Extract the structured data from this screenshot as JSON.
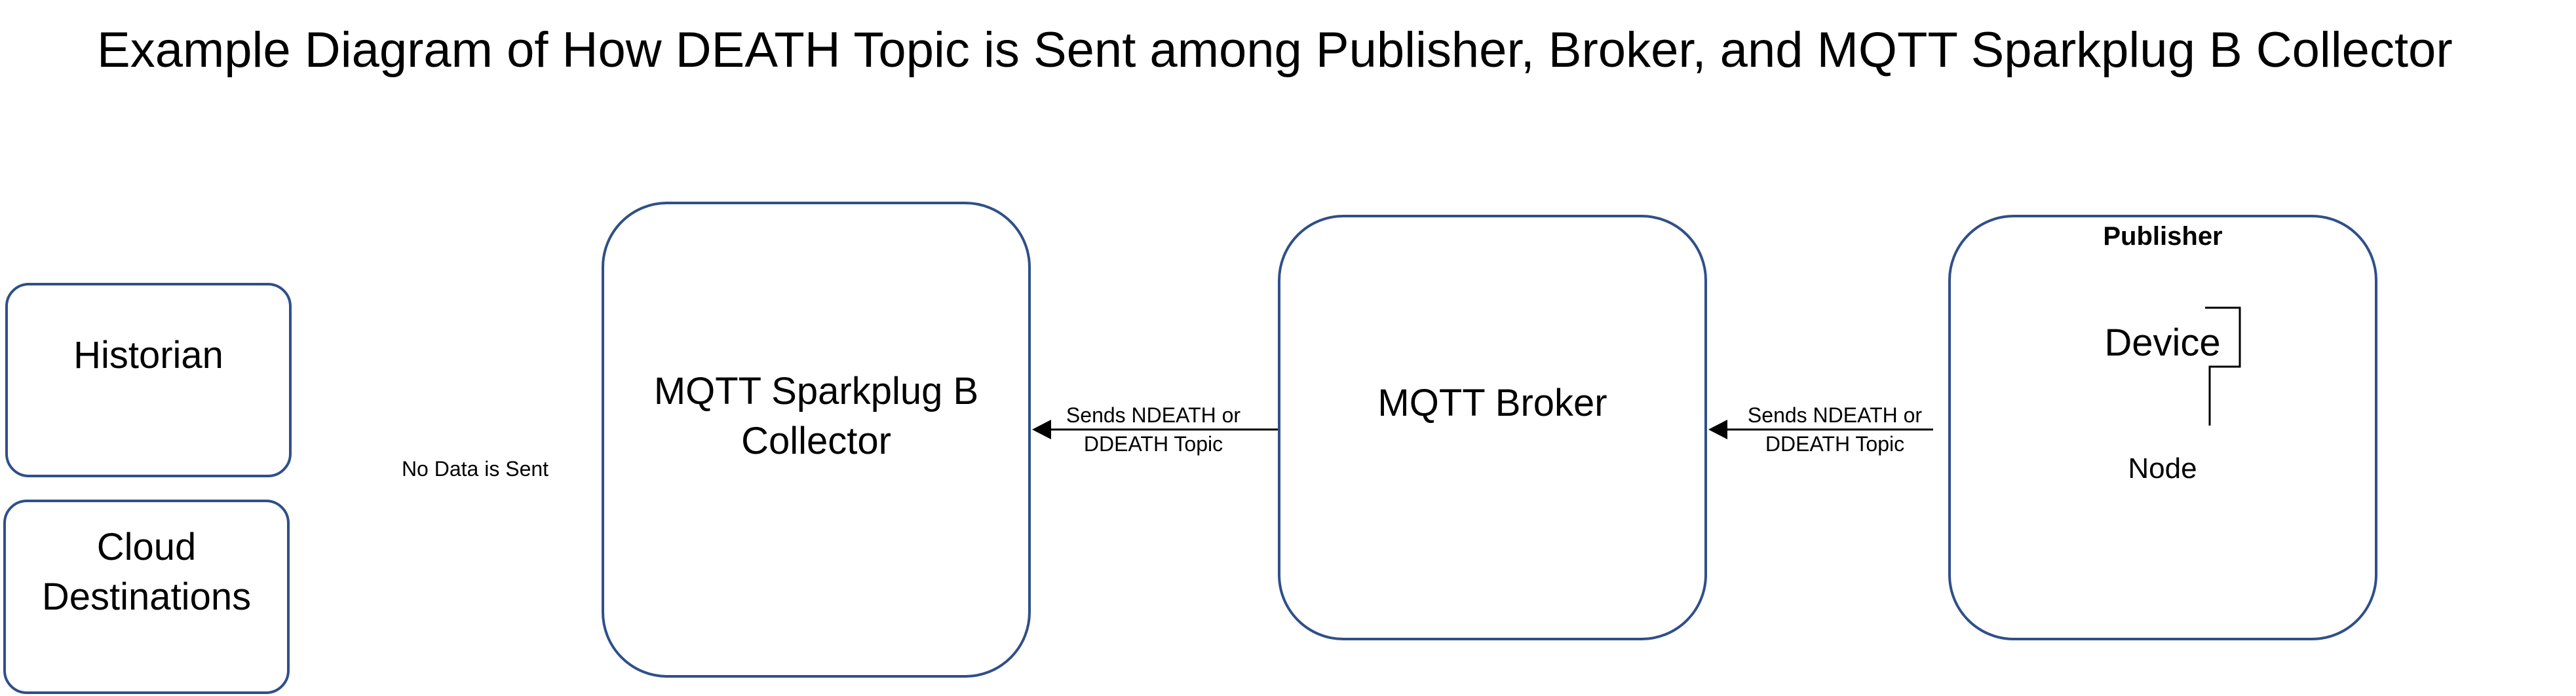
{
  "title": "Example Diagram of How DEATH Topic is Sent among Publisher, Broker, and MQTT Sparkplug B Collector",
  "nodes": {
    "historian": {
      "label": "Historian"
    },
    "cloud": {
      "label_line1": "Cloud",
      "label_line2": "Destinations"
    },
    "collector": {
      "label_line1": "MQTT Sparkplug B",
      "label_line2": "Collector"
    },
    "broker": {
      "label": "MQTT Broker"
    },
    "publisher": {
      "heading": "Publisher",
      "device_label": "Device",
      "node_label": "Node"
    }
  },
  "edges": {
    "collector_to_destinations": "No Data is Sent",
    "broker_to_collector": {
      "line1": "Sends NDEATH or",
      "line2": "DDEATH Topic"
    },
    "publisher_to_broker": {
      "line1": "Sends NDEATH or",
      "line2": "DDEATH Topic"
    }
  },
  "colors": {
    "box_border": "#2f4f8a",
    "line": "#000000"
  }
}
